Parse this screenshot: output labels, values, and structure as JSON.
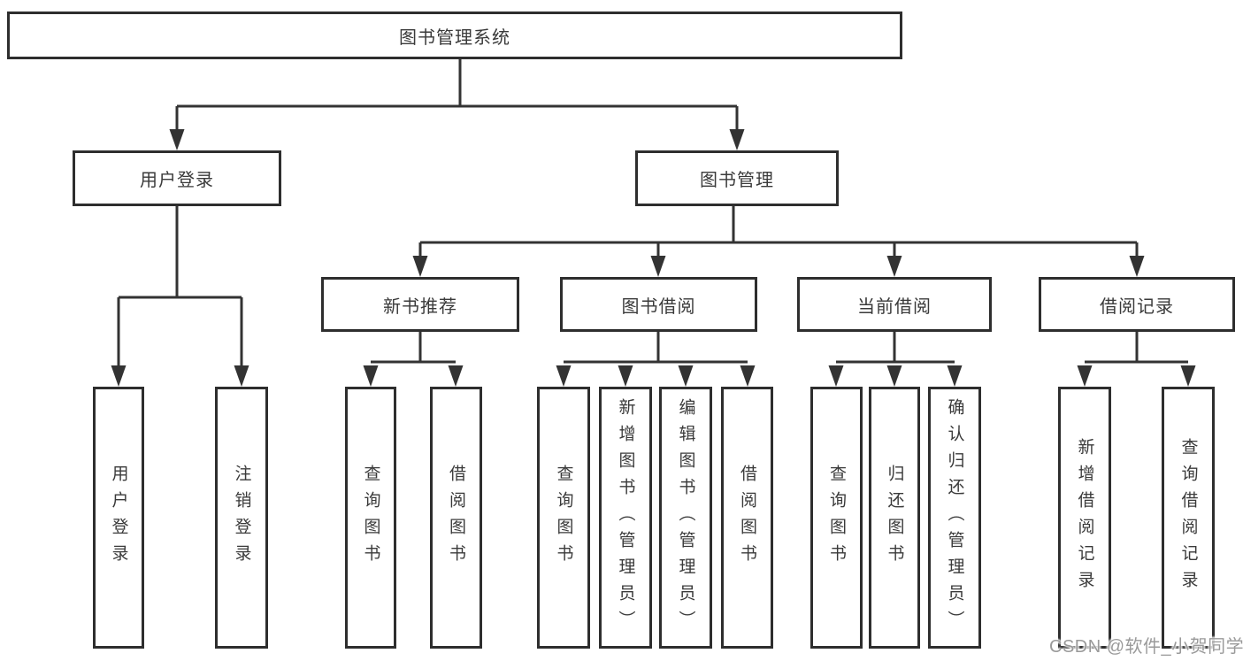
{
  "colors": {
    "background": "#ffffff",
    "line": "#333333",
    "box_border": "#2e2e2e",
    "text": "#3a3a3a",
    "watermark": "#9a9a9a"
  },
  "tree": {
    "root": "图书管理系统",
    "children": [
      {
        "label": "用户登录",
        "children": [
          "用户登录",
          "注销登录"
        ]
      },
      {
        "label": "图书管理",
        "children": [
          {
            "label": "新书推荐",
            "children": [
              "查询图书",
              "借阅图书"
            ]
          },
          {
            "label": "图书借阅",
            "children": [
              "查询图书",
              "新增图书（管理员）",
              "编辑图书（管理员）",
              "借阅图书"
            ]
          },
          {
            "label": "当前借阅",
            "children": [
              "查询图书",
              "归还图书",
              "确认归还（管理员）"
            ]
          },
          {
            "label": "借阅记录",
            "children": [
              "新增借阅记录",
              "查询借阅记录"
            ]
          }
        ]
      }
    ]
  },
  "watermark": {
    "text": "CSDN @软件_小贺同学"
  }
}
